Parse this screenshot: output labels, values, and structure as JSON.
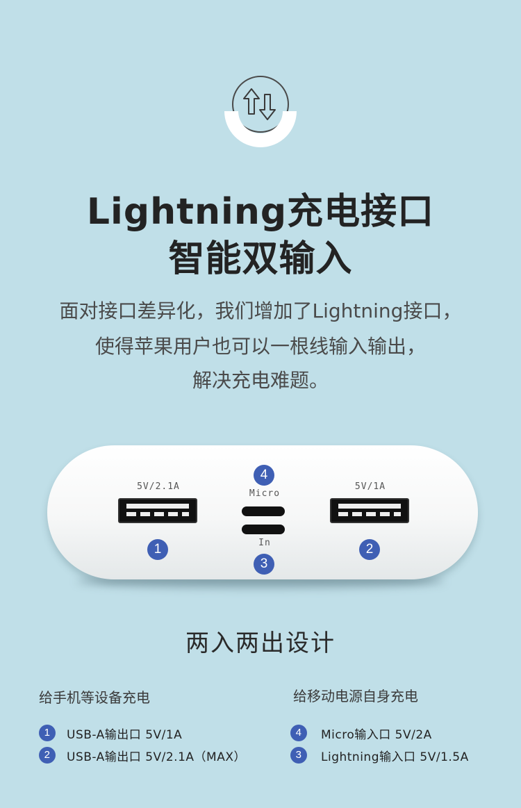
{
  "header": {
    "title_line1": "Lightning充电接口",
    "title_line2": "智能双输入",
    "desc_line1": "面对接口差异化，我们增加了Lightning接口，",
    "desc_line2": "使得苹果用户也可以一根线输入输出，",
    "desc_line3": "解决充电难题。"
  },
  "device": {
    "port_left_label": "5V/2.1A",
    "port_right_label": "5V/1A",
    "micro_label": "Micro",
    "in_label": "In",
    "badges": {
      "usb_left": "1",
      "usb_right": "2",
      "lightning": "3",
      "micro": "4"
    }
  },
  "section": {
    "subtitle": "两入两出设计",
    "left": {
      "heading": "给手机等设备充电",
      "items": [
        {
          "num": "1",
          "text": "USB-A输出口 5V/1A"
        },
        {
          "num": "2",
          "text": "USB-A输出口 5V/2.1A（MAX）"
        }
      ]
    },
    "right": {
      "heading": "给移动电源自身充电",
      "items": [
        {
          "num": "4",
          "text": "Micro输入口 5V/2A"
        },
        {
          "num": "3",
          "text": "Lightning输入口 5V/1.5A"
        }
      ]
    }
  },
  "colors": {
    "background": "#c0dfe8",
    "badge": "#3f5fb4",
    "title": "#232323"
  },
  "icons": {
    "top": "bidirectional-arrows-icon"
  }
}
